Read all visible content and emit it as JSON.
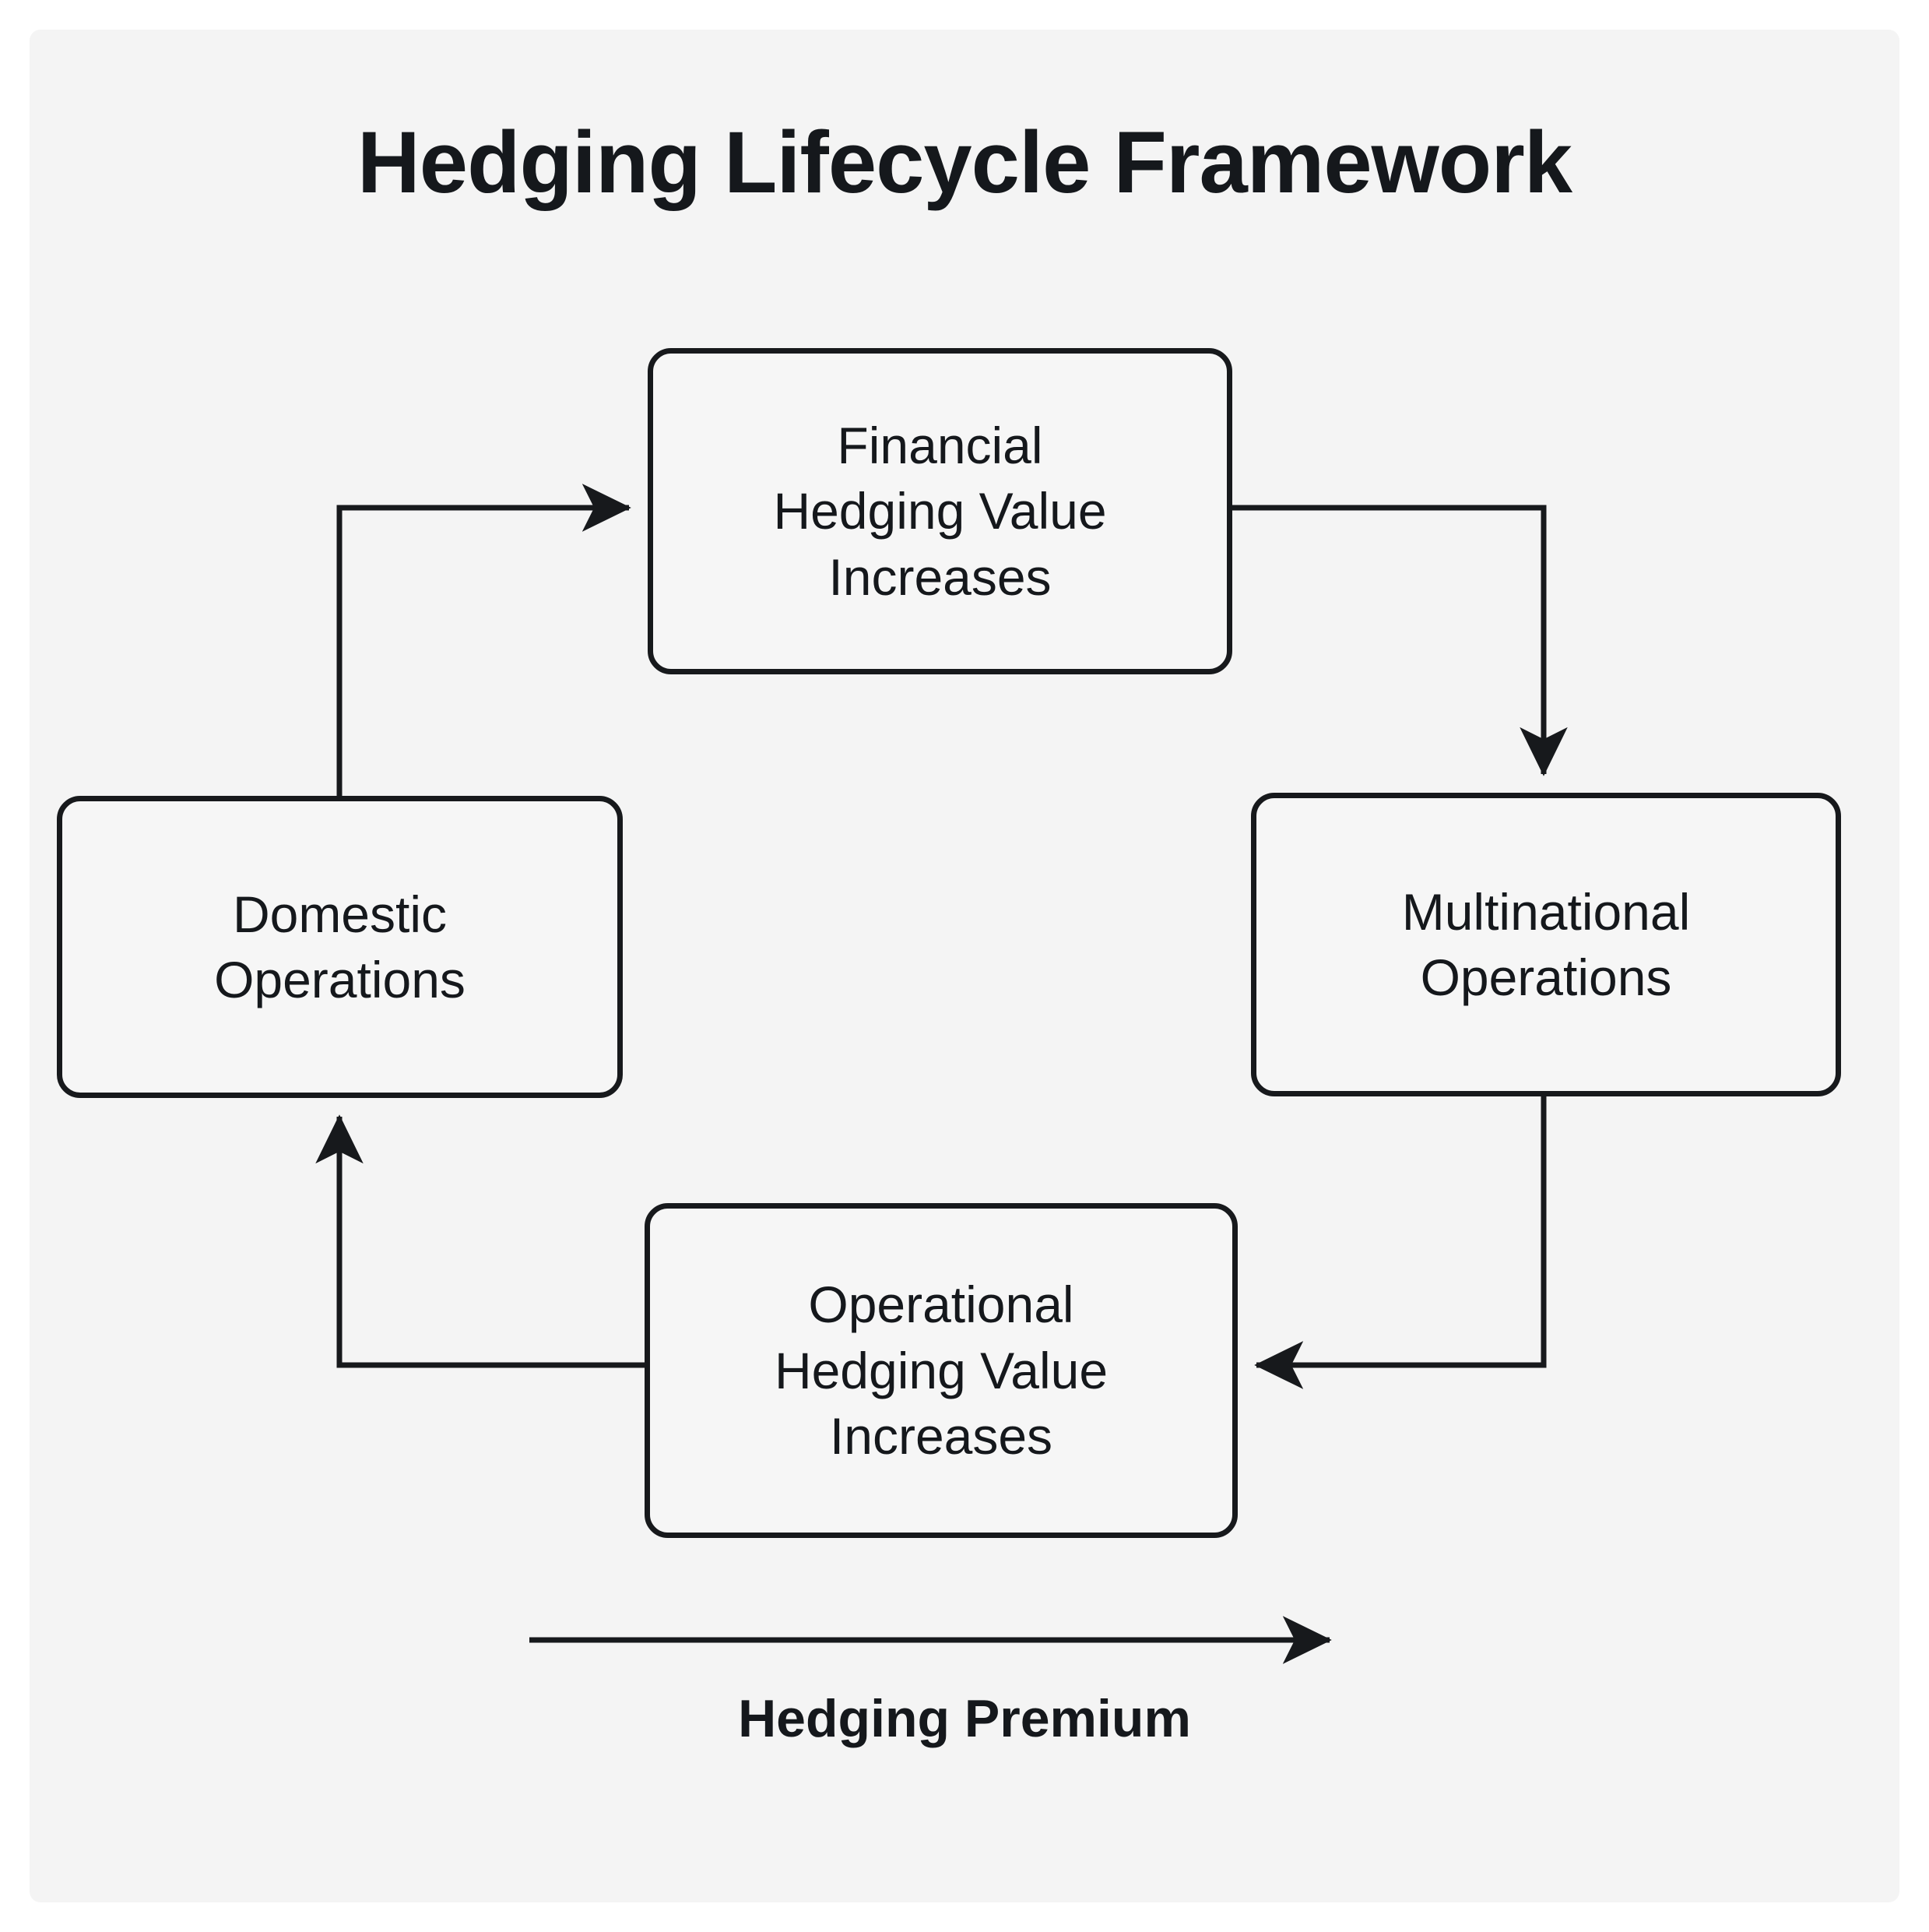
{
  "title": "Hedging Lifecycle Framework",
  "colors": {
    "page_background": "#ffffff",
    "canvas_background": "#f4f4f4",
    "node_fill": "#f6f6f6",
    "stroke": "#17191c",
    "text": "#15181c"
  },
  "nodes": [
    {
      "id": "financial-hedging-value-increases",
      "lines": [
        "Financial",
        "Hedging Value",
        "Increases"
      ],
      "position": "top"
    },
    {
      "id": "multinational-operations",
      "lines": [
        "Multinational",
        "Operations"
      ],
      "position": "right"
    },
    {
      "id": "operational-hedging-value-increases",
      "lines": [
        "Operational",
        "Hedging Value",
        "Increases"
      ],
      "position": "bottom"
    },
    {
      "id": "domestic-operations",
      "lines": [
        "Domestic",
        "Operations"
      ],
      "position": "left"
    }
  ],
  "edges": [
    {
      "id": "domestic-to-financial",
      "from": "domestic-operations",
      "to": "financial-hedging-value-increases",
      "arrow": "right"
    },
    {
      "id": "financial-to-multinational",
      "from": "financial-hedging-value-increases",
      "to": "multinational-operations",
      "arrow": "down"
    },
    {
      "id": "multinational-to-operational",
      "from": "multinational-operations",
      "to": "operational-hedging-value-increases",
      "arrow": "left"
    },
    {
      "id": "operational-to-domestic",
      "from": "operational-hedging-value-increases",
      "to": "domestic-operations",
      "arrow": "up"
    }
  ],
  "axis": {
    "label": "Hedging Premium",
    "direction": "right"
  }
}
